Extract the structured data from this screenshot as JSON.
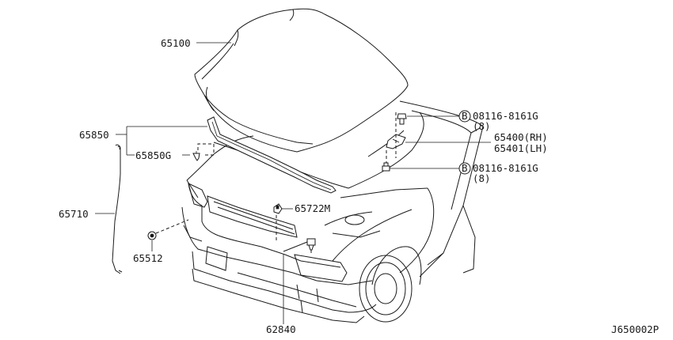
{
  "diagram_code": "J650002P",
  "callouts": {
    "hood": "65100",
    "seal": "65850",
    "clip": "65850G",
    "rod": "65710",
    "rod_holder": "65512",
    "lock_bolt_top": "08116-8161G",
    "lock_bolt_top_qty": "(8)",
    "hinge_rh": "65400(RH)",
    "hinge_lh": "65401(LH)",
    "lock_bolt_bottom": "08116-8161G",
    "lock_bolt_bottom_qty": "(8)",
    "release_cable_clip": "65722M",
    "lock": "62840",
    "bolt_marker": "B"
  }
}
